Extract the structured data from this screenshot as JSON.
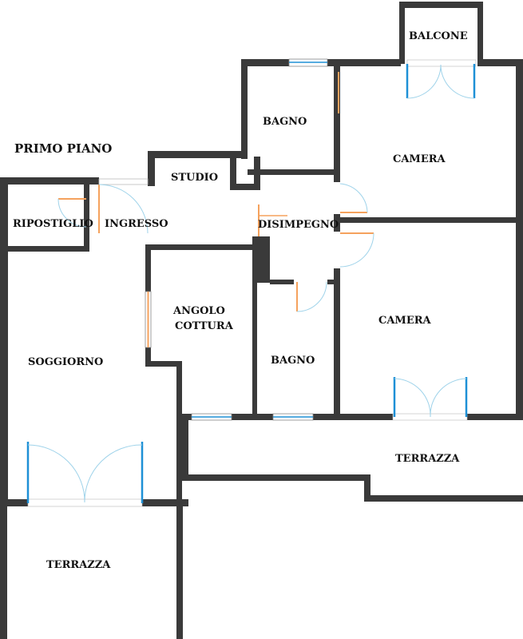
{
  "plan": {
    "floor_title": "PRIMO PIANO",
    "colors": {
      "wall": "#3a3a3a",
      "door": "#f5a25d",
      "window_frame": "#1e90d6",
      "door_swing": "#9fd3ea",
      "window_glass": "#cfe6f2"
    },
    "rooms": [
      {
        "id": "balcone",
        "label": "BALCONE"
      },
      {
        "id": "bagno-top",
        "label": "BAGNO"
      },
      {
        "id": "camera-top",
        "label": "CAMERA"
      },
      {
        "id": "studio",
        "label": "STUDIO"
      },
      {
        "id": "ripostiglio",
        "label": "RIPOSTIGLIO"
      },
      {
        "id": "ingresso",
        "label": "INGRESSO"
      },
      {
        "id": "disimpegno",
        "label": "DISIMPEGNO"
      },
      {
        "id": "angolo-cottura-1",
        "label": "ANGOLO"
      },
      {
        "id": "angolo-cottura-2",
        "label": "COTTURA"
      },
      {
        "id": "camera-bottom",
        "label": "CAMERA"
      },
      {
        "id": "soggiorno",
        "label": "SOGGIORNO"
      },
      {
        "id": "bagno-bottom",
        "label": "BAGNO"
      },
      {
        "id": "terrazza-right",
        "label": "TERRAZZA"
      },
      {
        "id": "terrazza-left",
        "label": "TERRAZZA"
      }
    ]
  }
}
